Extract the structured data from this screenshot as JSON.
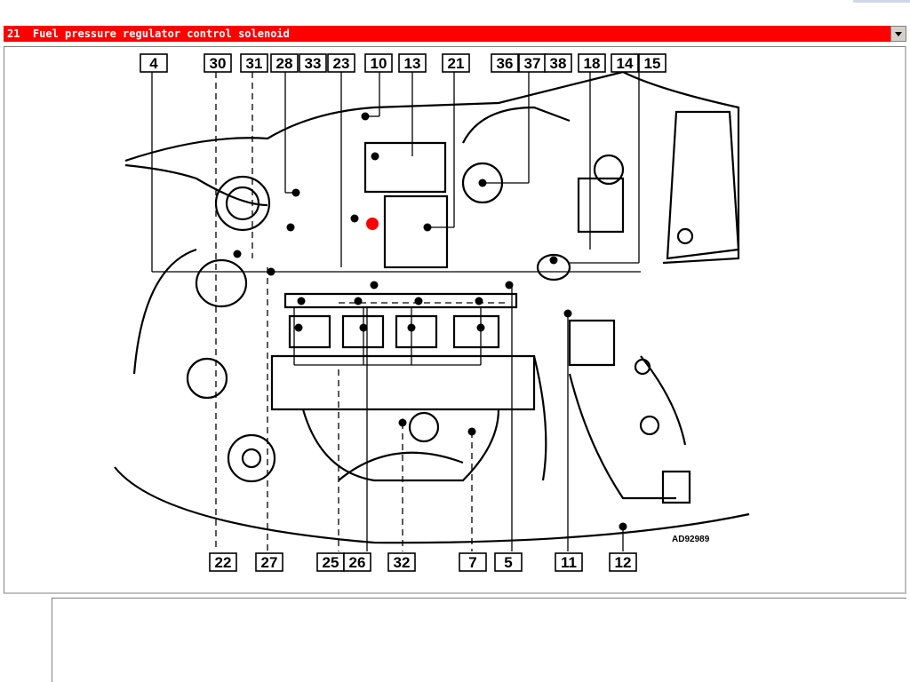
{
  "header": {
    "selected_component": "21  Fuel pressure regulator control solenoid"
  },
  "diagram": {
    "reference_code": "AD92989",
    "top_labels": [
      "4",
      "30",
      "31",
      "28",
      "33",
      "23",
      "10",
      "13",
      "21",
      "36",
      "37",
      "38",
      "18",
      "14",
      "15"
    ],
    "bottom_labels": [
      "22",
      "27",
      "25",
      "26",
      "32",
      "7",
      "5",
      "11",
      "12"
    ],
    "highlight_color": "#ff0000"
  }
}
